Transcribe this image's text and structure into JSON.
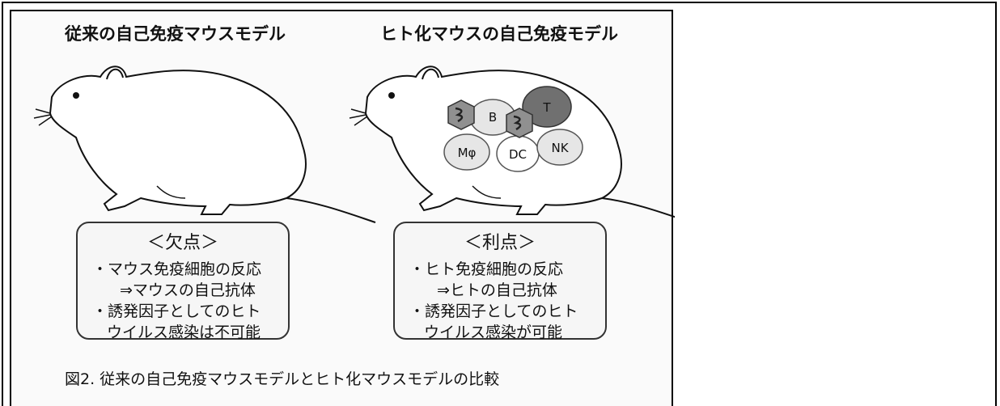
{
  "left_panel": {
    "title": "従来の自己免疫マウスモデル",
    "box_title": "＜欠点＞",
    "lines": [
      "・マウス免疫細胞の反応",
      "⇒マウスの自己抗体",
      "・誘発因子としてのヒト",
      "ウイルス感染は不可能"
    ]
  },
  "right_panel": {
    "title": "ヒト化マウスの自己免疫モデル",
    "box_title": "＜利点＞",
    "lines": [
      "・ヒト免疫細胞の反応",
      "⇒ヒトの自己抗体",
      "・誘発因子としてのヒト",
      "ウイルス感染が可能"
    ],
    "cells": [
      "B",
      "T",
      "Mφ",
      "DC",
      "NK"
    ]
  },
  "caption": "図2. 従来の自己免疫マウスモデルとヒト化マウスモデルの比較",
  "colors": {
    "t_cell": "#707070",
    "virus": "#909090",
    "cell_fill": "#e6e6e6"
  }
}
